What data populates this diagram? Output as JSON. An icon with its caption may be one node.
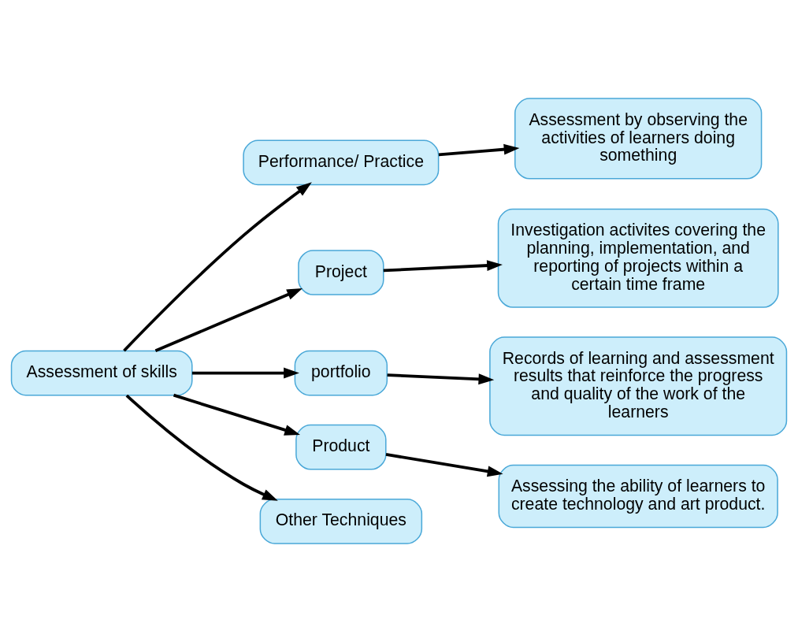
{
  "diagram": {
    "nodes": [
      {
        "text": [
          "Assessment of skills"
        ]
      },
      {
        "text": [
          "Performance/ Practice"
        ]
      },
      {
        "text": [
          "Project"
        ]
      },
      {
        "text": [
          "portfolio"
        ]
      },
      {
        "text": [
          "Product"
        ]
      },
      {
        "text": [
          "Other Techniques"
        ]
      },
      {
        "text": [
          "Assessment by observing the activities of learners doing something"
        ]
      },
      {
        "text": [
          "Investigation activites covering the planning, implementation, and reporting of projects within a certain time frame"
        ]
      },
      {
        "text": [
          "Records of learning and assessment results that reinforce the progress and quality of the work of the learners"
        ]
      },
      {
        "text": [
          "Assessing the ability of learners to create technology and art product."
        ]
      }
    ],
    "edges": [
      {
        "from": 0,
        "to": 1,
        "arrow": "to"
      },
      {
        "from": 0,
        "to": 2,
        "arrow": "to"
      },
      {
        "from": 0,
        "to": 3,
        "arrow": "to"
      },
      {
        "from": 0,
        "to": 4,
        "arrow": "to"
      },
      {
        "from": 0,
        "to": 5,
        "arrow": "to"
      },
      {
        "from": 1,
        "to": 6,
        "arrow": "to"
      },
      {
        "from": 2,
        "to": 7,
        "arrow": "to"
      },
      {
        "from": 3,
        "to": 8,
        "arrow": "to"
      },
      {
        "from": 4,
        "to": 9,
        "arrow": "to"
      }
    ]
  }
}
